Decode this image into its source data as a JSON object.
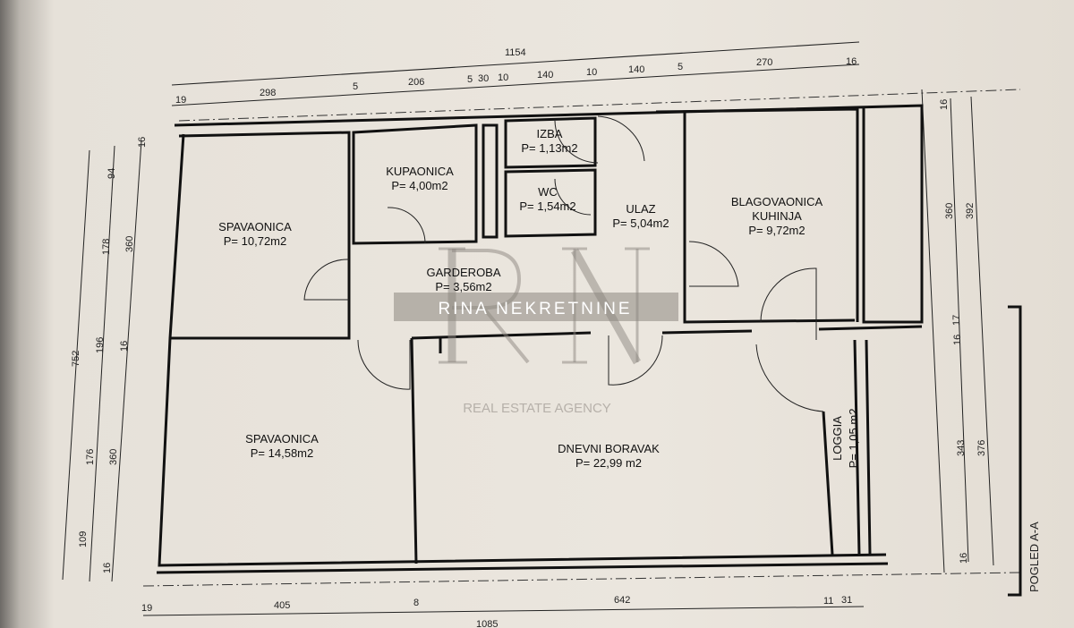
{
  "rooms": {
    "spavaonica1": {
      "name": "SPAVAONICA",
      "area": "P= 10,72m2"
    },
    "kupaonica": {
      "name": "KUPAONICA",
      "area": "P= 4,00m2"
    },
    "izba": {
      "name": "IZBA",
      "area": "P= 1,13m2"
    },
    "wc": {
      "name": "WC",
      "area": "P= 1,54m2"
    },
    "ulaz": {
      "name": "ULAZ",
      "area": "P= 5,04m2"
    },
    "blagovaonica": {
      "name": "BLAGOVAONICA",
      "name2": "KUHINJA",
      "area": "P= 9,72m2"
    },
    "garderoba": {
      "name": "GARDEROBA",
      "area": "P= 3,56m2"
    },
    "spavaonica2": {
      "name": "SPAVAONICA",
      "area": "P= 14,58m2"
    },
    "dnevni": {
      "name": "DNEVNI BORAVAK",
      "area": "P= 22,99 m2"
    },
    "loggia": {
      "name": "LOGGIA",
      "area": "P= 1,05 m2"
    }
  },
  "dimensions": {
    "top_total": "1154",
    "top": [
      "19",
      "298",
      "5",
      "206",
      "5",
      "30",
      "10",
      "140",
      "10",
      "140",
      "5",
      "270",
      "16"
    ],
    "left_total": "752",
    "left_mid": [
      "16",
      "94",
      "178",
      "196",
      "176",
      "109",
      "16"
    ],
    "left_inner": [
      "360",
      "16",
      "360",
      "16"
    ],
    "right_inner": [
      "16",
      "360",
      "17",
      "16",
      "343",
      "16"
    ],
    "right_outer": [
      "392",
      "376"
    ],
    "bottom": [
      "19",
      "405",
      "8",
      "642",
      "11",
      "31"
    ],
    "bottom_total": "1085"
  },
  "section_label": "POGLED A-A",
  "watermark": {
    "brand": "RINA NEKRETNINE",
    "monogram": "RN",
    "tagline": "REAL ESTATE AGENCY"
  }
}
